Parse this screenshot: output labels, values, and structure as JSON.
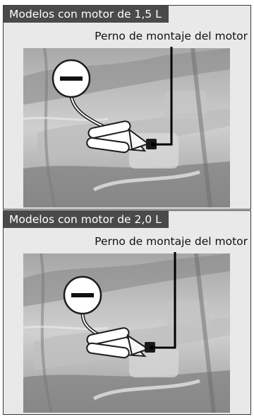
{
  "sections": [
    {
      "model_label": "Modelos con motor de 1,5 L",
      "callout": "Perno de montaje del motor",
      "terminal_symbol": "minus-terminal-icon"
    },
    {
      "model_label": "Modelos con motor de 2,0 L",
      "callout": "Perno de montaje del motor",
      "terminal_symbol": "minus-terminal-icon"
    }
  ],
  "colors": {
    "tag_background": "#4a4a4a",
    "tag_text": "#ffffff",
    "panel_background": "#e9e9e9",
    "border": "#3a3a3a"
  }
}
